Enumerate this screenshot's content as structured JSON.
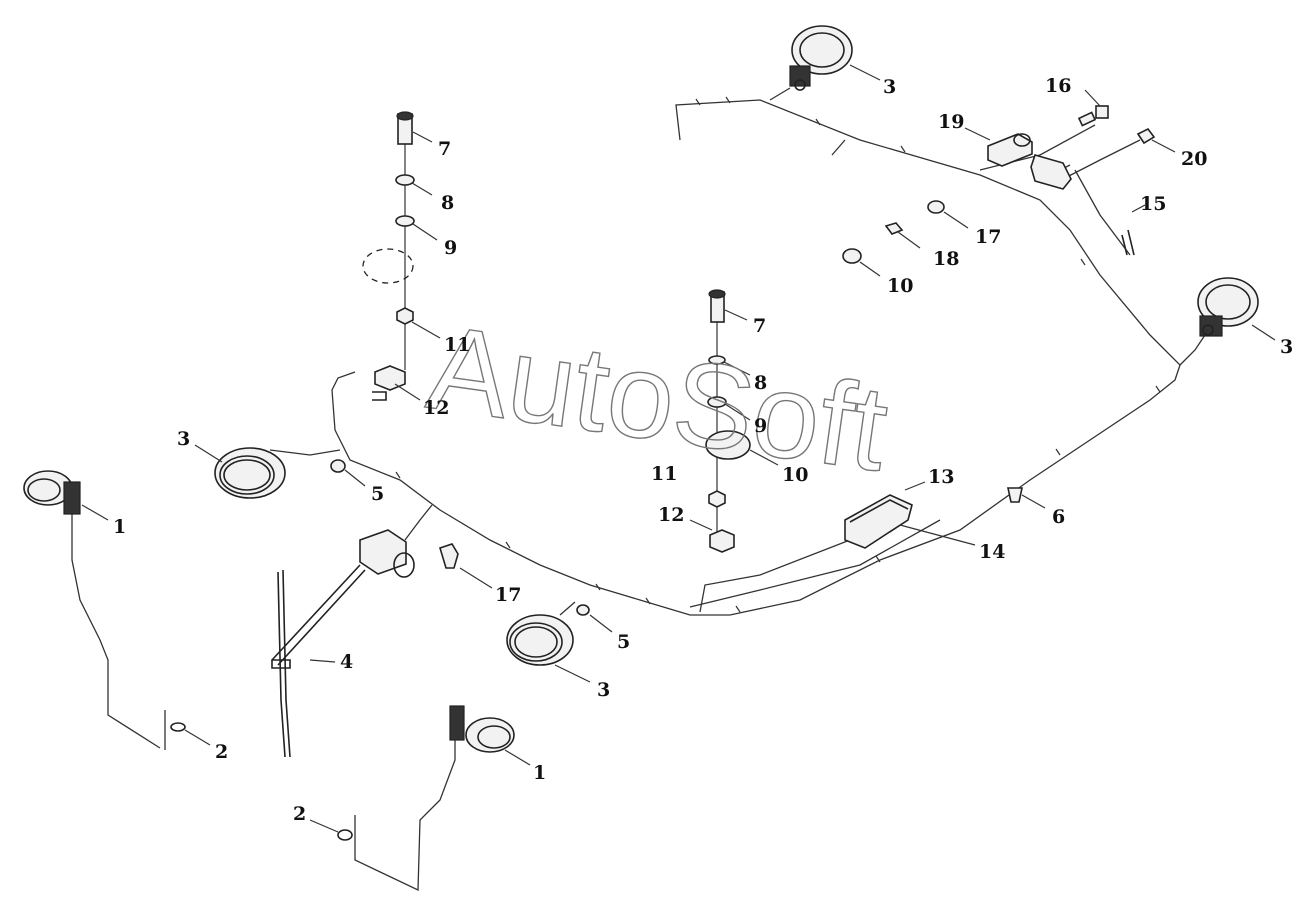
{
  "watermark": "AutoSoft",
  "labels": {
    "l1a": "1",
    "l1b": "1",
    "l2a": "2",
    "l2b": "2",
    "l3a": "3",
    "l3b": "3",
    "l3c": "3",
    "l3d": "3",
    "l4": "4",
    "l5a": "5",
    "l5b": "5",
    "l6": "6",
    "l7a": "7",
    "l7b": "7",
    "l8a": "8",
    "l8b": "8",
    "l9a": "9",
    "l9b": "9",
    "l10a": "10",
    "l10b": "10",
    "l11a": "11",
    "l11b": "11",
    "l12a": "12",
    "l12b": "12",
    "l13": "13",
    "l14": "14",
    "l15": "15",
    "l16": "16",
    "l17a": "17",
    "l17b": "17",
    "l18": "18",
    "l19": "19",
    "l20": "20"
  }
}
